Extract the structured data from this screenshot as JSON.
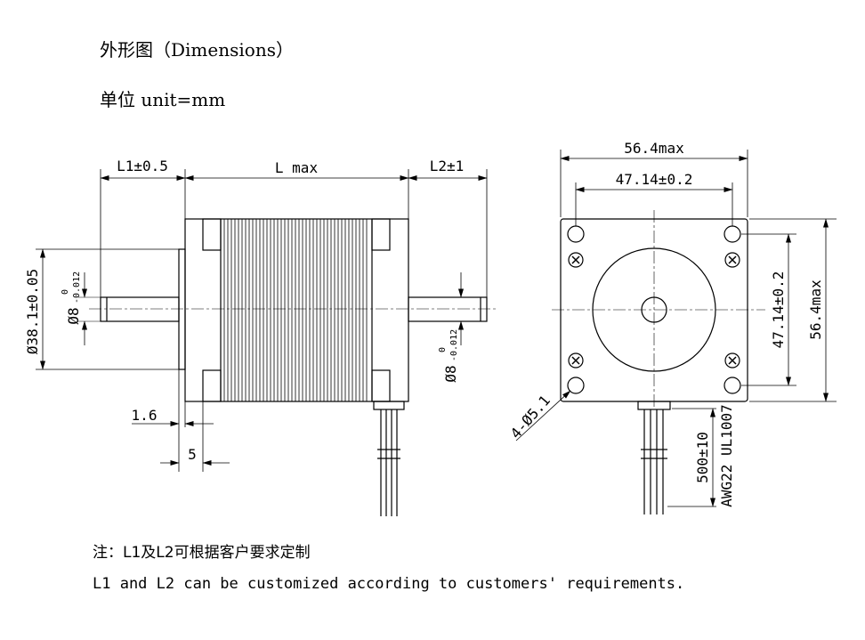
{
  "header": {
    "title": "外形图（Dimensions）",
    "unit": "单位 unit=mm"
  },
  "side_view": {
    "dims": {
      "l1": "L1±0.5",
      "l_max": "L max",
      "l2": "L2±1",
      "flange_dia": "Ø38.1±0.05",
      "shaft_front": "Ø8",
      "shaft_rear": "Ø8",
      "tol_upper": "0",
      "tol_lower": "-0.012",
      "flange_thk": "1.6",
      "flange_len": "5"
    }
  },
  "front_view": {
    "dims": {
      "width": "56.4max",
      "hole_spacing": "47.14±0.2",
      "height": "56.4max",
      "hole_spacing_v": "47.14±0.2",
      "holes": "4-Ø5.1",
      "lead_length": "500±10",
      "wire_spec": "AWG22 UL1007"
    }
  },
  "notes": {
    "cn": "注：L1及L2可根据客户要求定制",
    "en": "L1 and L2 can be customized according to customers' requirements."
  }
}
